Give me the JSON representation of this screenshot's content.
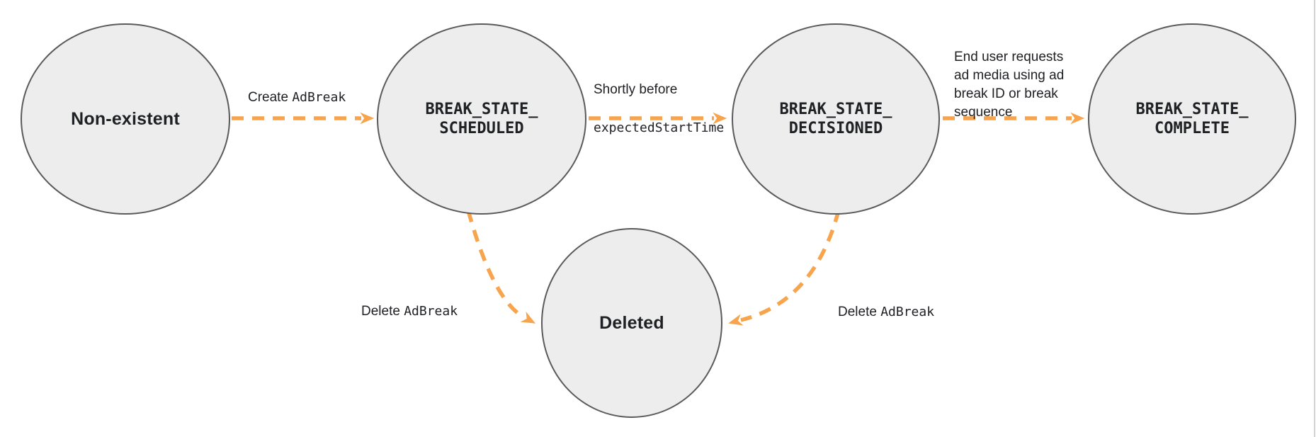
{
  "diagram": {
    "nodes": [
      {
        "id": "non-existent",
        "label": "Non-existent"
      },
      {
        "id": "break-state-scheduled",
        "label": "BREAK_STATE_\nSCHEDULED"
      },
      {
        "id": "break-state-decisioned",
        "label": "BREAK_STATE_\nDECISIONED"
      },
      {
        "id": "break-state-complete",
        "label": "BREAK_STATE_\nCOMPLETE"
      },
      {
        "id": "deleted",
        "label": "Deleted"
      }
    ],
    "edges": [
      {
        "id": "create-adbreak",
        "from": "non-existent",
        "to": "break-state-scheduled",
        "label_plain": "Create ",
        "label_code": "AdBreak"
      },
      {
        "id": "shortly-before",
        "from": "break-state-scheduled",
        "to": "break-state-decisioned",
        "label_plain": "Shortly before",
        "label_code": "expectedStartTime"
      },
      {
        "id": "end-user-requests",
        "from": "break-state-decisioned",
        "to": "break-state-complete",
        "label_plain": "End user requests\nad media using ad\nbreak ID or break\nsequence"
      },
      {
        "id": "delete-adbreak-left",
        "from": "break-state-scheduled",
        "to": "deleted",
        "label_plain": "Delete ",
        "label_code": "AdBreak"
      },
      {
        "id": "delete-adbreak-right",
        "from": "break-state-decisioned",
        "to": "deleted",
        "label_plain": "Delete ",
        "label_code": "AdBreak"
      }
    ]
  },
  "colors": {
    "node_fill": "#EDEDED",
    "node_stroke": "#5A5A5A",
    "arrow": "#F7A44C",
    "text": "#202124",
    "edge_line": "#D4D4D4"
  }
}
